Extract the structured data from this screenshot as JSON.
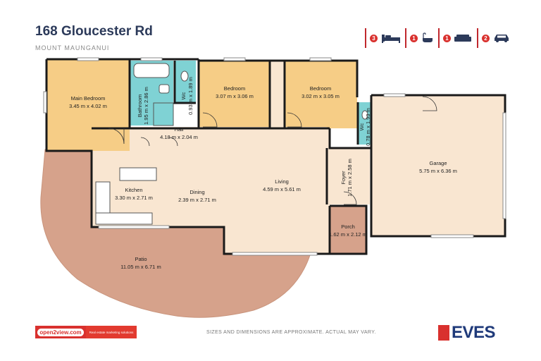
{
  "header": {
    "address": "168 Gloucester Rd",
    "suburb": "MOUNT MAUNGANUI"
  },
  "features": [
    {
      "count": "3",
      "icon": "bed-icon"
    },
    {
      "count": "1",
      "icon": "bath-icon"
    },
    {
      "count": "1",
      "icon": "sofa-icon"
    },
    {
      "count": "2",
      "icon": "car-icon"
    }
  ],
  "rooms": {
    "main_bedroom": {
      "name": "Main Bedroom",
      "size": "3.45 m x 4.02 m"
    },
    "bathroom": {
      "name": "Bathroom",
      "size": "1.95 m x 2.86 m"
    },
    "wc1": {
      "name": "Wc",
      "size": "0.93 m x 1.89 m"
    },
    "bedroom2": {
      "name": "Bedroom",
      "size": "3.07 m x 3.06 m"
    },
    "bedroom3": {
      "name": "Bedroom",
      "size": "3.02 m x 3.05 m"
    },
    "wc2": {
      "name": "Wc",
      "size": "0.78 m x 1.93 m"
    },
    "hall": {
      "name": "Hall",
      "size": "4.18 m x 2.04 m"
    },
    "garage": {
      "name": "Garage",
      "size": "5.75 m x 6.36 m"
    },
    "foyer": {
      "name": "Foyer",
      "size": "1.71 m x 2.58 m"
    },
    "living": {
      "name": "Living",
      "size": "4.59 m x 5.61 m"
    },
    "kitchen": {
      "name": "Kitchen",
      "size": "3.30 m x 2.71 m"
    },
    "dining": {
      "name": "Dining",
      "size": "2.39 m x 2.71 m"
    },
    "porch": {
      "name": "Porch",
      "size": "1.62 m x 2.12 m"
    },
    "patio": {
      "name": "Patio",
      "size": "11.05 m x 6.71 m"
    }
  },
  "colors": {
    "bedroom_fill": "#f6cd86",
    "wet_fill": "#7fd2d4",
    "floor_fill": "#f9e6d1",
    "patio_fill": "#d6a28b",
    "wall": "#1a1a1a",
    "accent": "#d9312e",
    "brand_blue": "#1f3a7a"
  },
  "footer": {
    "disclaimer": "SIZES AND DIMENSIONS ARE APPROXIMATE. ACTUAL MAY VARY.",
    "o2v_logo": "open2view.com",
    "o2v_tag": "Real estate marketing solutions",
    "agency": "EVES"
  }
}
